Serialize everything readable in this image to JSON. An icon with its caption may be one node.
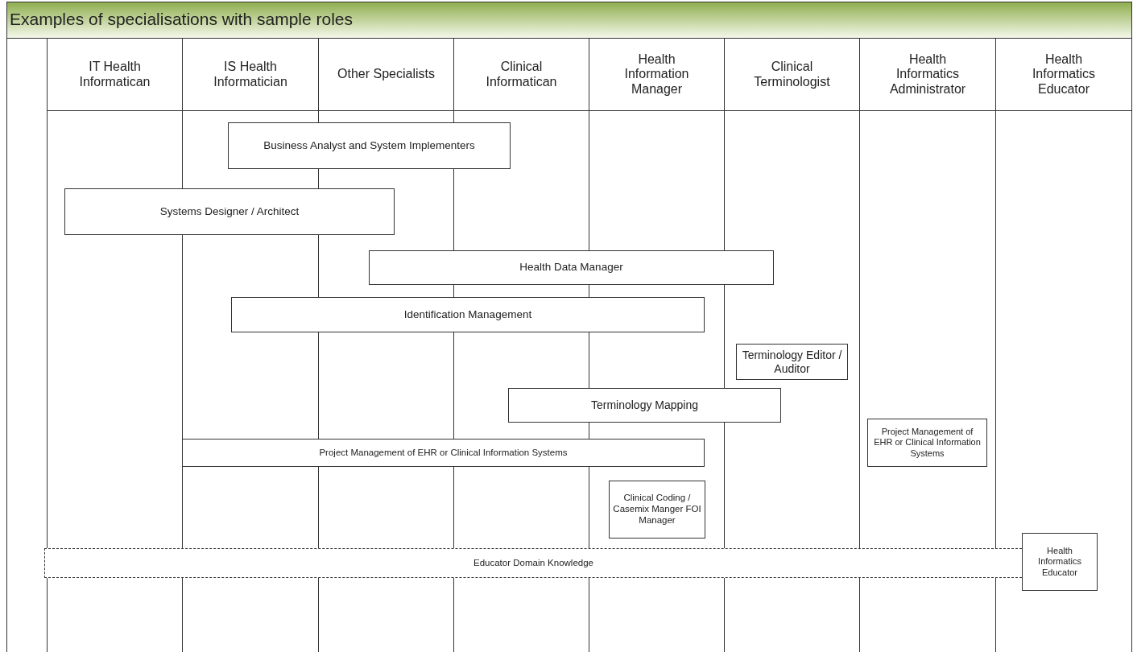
{
  "diagram": {
    "title": "Examples of specialisations with sample roles",
    "nodes": [
      {
        "text": [
          "IT Health Informatican"
        ]
      },
      {
        "text": [
          "IS Health Informatician"
        ]
      },
      {
        "text": [
          "Other Specialists"
        ]
      },
      {
        "text": [
          "Clinical Informatican"
        ]
      },
      {
        "text": [
          "Health Information Manager"
        ]
      },
      {
        "text": [
          "Clinical Terminologist"
        ]
      },
      {
        "text": [
          "Health Informatics Administrator"
        ]
      },
      {
        "text": [
          "Health Informatics Educator"
        ]
      },
      {
        "text": [
          "Business Analyst and System Implementers"
        ]
      },
      {
        "text": [
          "Systems Designer / Architect"
        ]
      },
      {
        "text": [
          "Health Data Manager"
        ]
      },
      {
        "text": [
          "Identification Management"
        ]
      },
      {
        "text": [
          "Terminology Editor / Auditor"
        ],
        "in": 5
      },
      {
        "text": [
          "Terminology Mapping"
        ]
      },
      {
        "text": [
          "Project Management of EHR or Clinical Information Systems"
        ]
      },
      {
        "text": [
          "Project Management of EHR or Clinical Information Systems"
        ],
        "in": 6
      },
      {
        "text": [
          "Clinical Coding / Casemix Manger FOI Manager"
        ],
        "in": 4
      },
      {
        "text": [
          "Educator Domain Knowledge"
        ]
      },
      {
        "text": [
          "Health Informatics Educator"
        ],
        "in": 7
      }
    ],
    "edges": []
  }
}
